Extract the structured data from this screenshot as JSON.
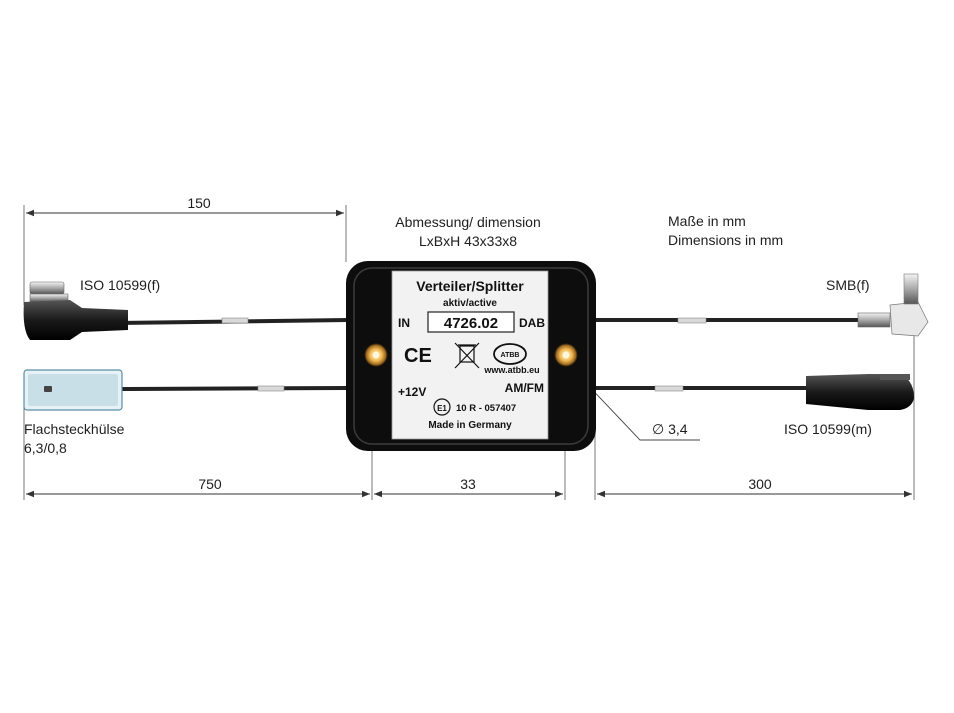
{
  "dimensions": {
    "top_left": "150",
    "bottom_left": "750",
    "bottom_mid": "33",
    "bottom_right": "300",
    "hole": "∅ 3,4"
  },
  "notes": {
    "dimension_line1": "Abmessung/ dimension",
    "dimension_line2": "LxBxH 43x33x8",
    "units_line1": "Maße in mm",
    "units_line2": "Dimensions in mm"
  },
  "connectors": {
    "iso_female": "ISO 10599(f)",
    "flat_line1": "Flachsteckhülse",
    "flat_line2": "6,3/0,8",
    "smb": "SMB(f)",
    "iso_male": "ISO 10599(m)"
  },
  "label": {
    "title": "Verteiler/Splitter",
    "subtitle": "aktiv/active",
    "part_number": "4726.02",
    "port_in": "IN",
    "port_dab": "DAB",
    "power": "+12V",
    "port_amfm": "AM/FM",
    "url": "www.atbb.eu",
    "brand": "ATBB",
    "ce_mark": "CE",
    "e_mark": "E1",
    "approval": "10 R - 057407",
    "origin": "Made in Germany"
  },
  "icon_names": [
    "ce-mark-icon",
    "weee-bin-icon",
    "atbb-logo-icon",
    "e-mark-icon",
    "mounting-hole-icon"
  ]
}
